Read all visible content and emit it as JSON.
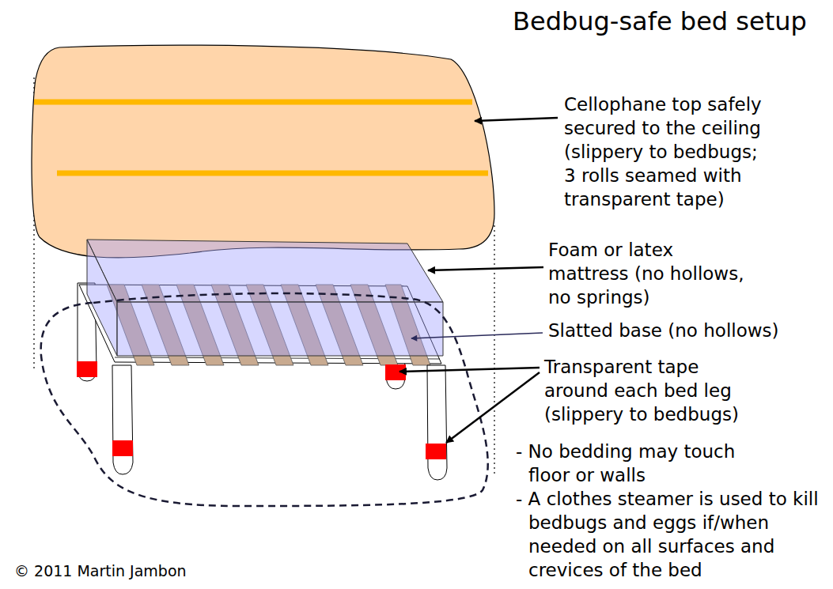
{
  "diagram": {
    "title": "Bedbug-safe bed setup",
    "labels": [
      "Cellophane top safely secured to the ceiling (slippery to bedbugs; 3 rolls seamed with transparent tape)",
      "Foam or latex mattress (no hollows, no springs)",
      "Slatted base (no hollows)",
      "Transparent tape around each bed leg (slippery to bedbugs)",
      "- No bedding may touch floor or walls",
      "- A clothes steamer is used to kill bedbugs and eggs if/when needed on all surfaces and crevices of the bed",
      "© 2011 Martin Jambon"
    ]
  }
}
